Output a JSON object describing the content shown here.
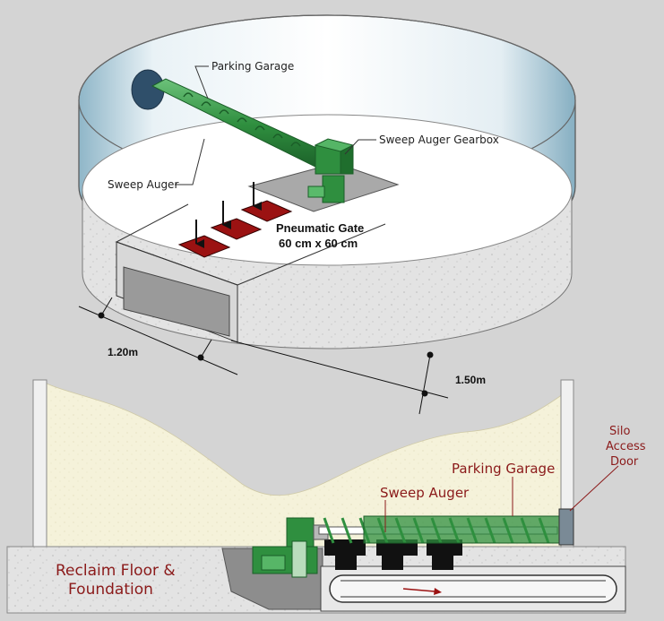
{
  "top_view": {
    "parking_garage": "Parking Garage",
    "sweep_auger_gearbox": "Sweep Auger Gearbox",
    "sweep_auger": "Sweep Auger",
    "pneumatic_gate": "Pneumatic Gate",
    "gate_size": "60 cm x 60 cm",
    "dim_width": "1.20m",
    "dim_length": "1.50m"
  },
  "section_view": {
    "parking_garage": "Parking Garage",
    "sweep_auger": "Sweep Auger",
    "silo_access_door_line1": "Silo",
    "silo_access_door_line2": "Access",
    "silo_access_door_line3": "Door",
    "reclaim_floor_line1": "Reclaim Floor &",
    "reclaim_floor_line2": "Foundation"
  },
  "colors": {
    "auger_green": "#2f8f3f",
    "gate_red": "#9b1212",
    "label_red": "#8b1a1a",
    "grain": "#f4f1d8",
    "concrete": "#e6e6e6"
  }
}
